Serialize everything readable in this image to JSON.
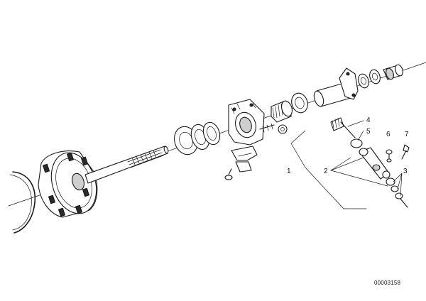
{
  "callouts": {
    "c1": "1",
    "c2": "2",
    "c3": "3",
    "c4": "4",
    "c5": "5",
    "c6": "6",
    "c7": "7"
  },
  "reference_code": "00003158"
}
